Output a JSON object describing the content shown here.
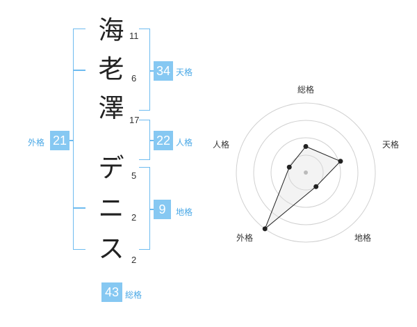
{
  "name_chars": [
    {
      "char": "海",
      "strokes": "11"
    },
    {
      "char": "老",
      "strokes": "6"
    },
    {
      "char": "澤",
      "strokes": "17"
    },
    {
      "char": "デ",
      "strokes": "5"
    },
    {
      "char": "ニ",
      "strokes": "2"
    },
    {
      "char": "ス",
      "strokes": "2"
    }
  ],
  "kakusu": {
    "tenkaku": {
      "value": "34",
      "label": "天格"
    },
    "jinkaku": {
      "value": "22",
      "label": "人格"
    },
    "chikaku": {
      "value": "9",
      "label": "地格"
    },
    "gaikaku": {
      "value": "21",
      "label": "外格"
    },
    "soukaku": {
      "value": "43",
      "label": "総格"
    }
  },
  "radar": {
    "axes": [
      "総格",
      "天格",
      "地格",
      "外格",
      "人格"
    ],
    "max": 4,
    "values": [
      1.5,
      2.1,
      1.0,
      4.0,
      1.0
    ]
  },
  "colors": {
    "accent": "#86c8f2",
    "bracket": "#6dbbf0",
    "label": "#4aa8e6"
  }
}
